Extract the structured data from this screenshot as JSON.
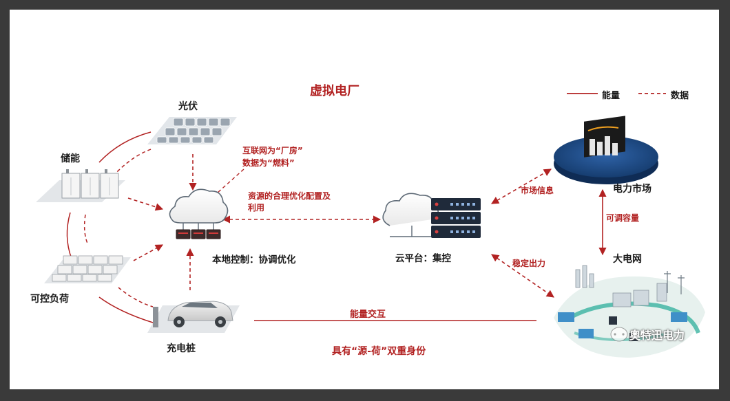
{
  "title": "虚拟电厂",
  "legend": {
    "energy": "能量",
    "data": "数据"
  },
  "nodes": {
    "pv": "光伏",
    "storage": "储能",
    "controllable_load": "可控负荷",
    "charging_pile": "充电桩",
    "local_control": "本地控制：协调优化",
    "cloud_platform": "云平台：集控",
    "power_market": "电力市场",
    "grid": "大电网"
  },
  "annotations": {
    "internet_line1": "互联网为“厂房”",
    "internet_line2": "数据为“燃料”",
    "optimize_line1": "资源的合理优化配置及",
    "optimize_line2": "利用",
    "market_info": "市场信息",
    "adjustable_capacity": "可调容量",
    "stable_output": "稳定出力",
    "energy_exchange": "能量交互",
    "dual_identity": "具有“源-荷”双重身份"
  },
  "watermark": "奥特迅电力",
  "colors": {
    "accent_red": "#b22222",
    "navy": "#1e3a6e",
    "frame": "#3a3a3a"
  }
}
